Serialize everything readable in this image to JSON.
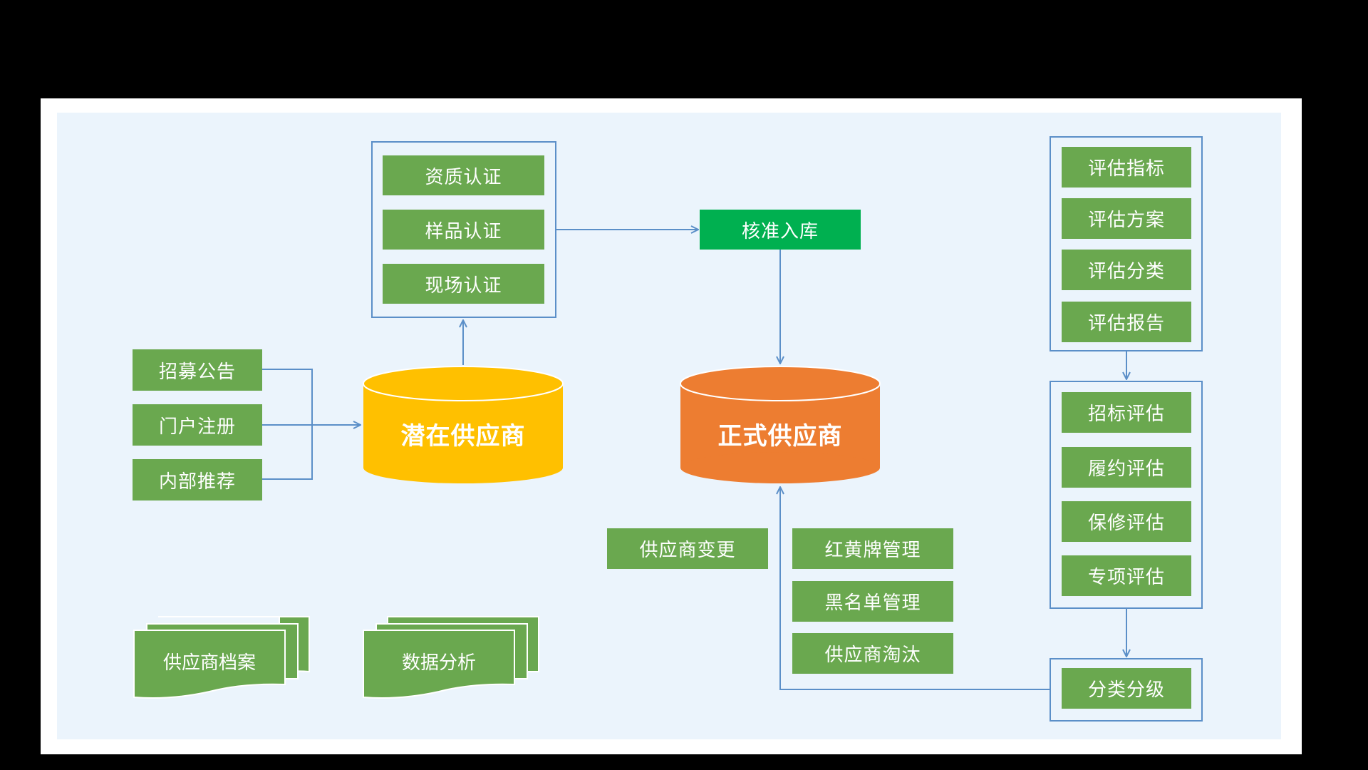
{
  "certification": [
    "资质认证",
    "样品认证",
    "现场认证"
  ],
  "approve": "核准入库",
  "sources": [
    "招募公告",
    "门户注册",
    "内部推荐"
  ],
  "potential": "潜在供应商",
  "formal": "正式供应商",
  "evaluation_setup": [
    "评估指标",
    "评估方案",
    "评估分类",
    "评估报告"
  ],
  "evaluations": [
    "招标评估",
    "履约评估",
    "保修评估",
    "专项评估"
  ],
  "classify": "分类分级",
  "change": "供应商变更",
  "management": [
    "红黄牌管理",
    "黑名单管理",
    "供应商淘汰"
  ],
  "documents": [
    "供应商档案",
    "数据分析"
  ],
  "colors": {
    "box_green": "#6aa84f",
    "approve_green": "#00b050",
    "potential_yellow": "#ffc000",
    "formal_orange": "#ed7d31",
    "line_blue": "#5b8fc8",
    "canvas_bg": "#ebf4fc"
  }
}
